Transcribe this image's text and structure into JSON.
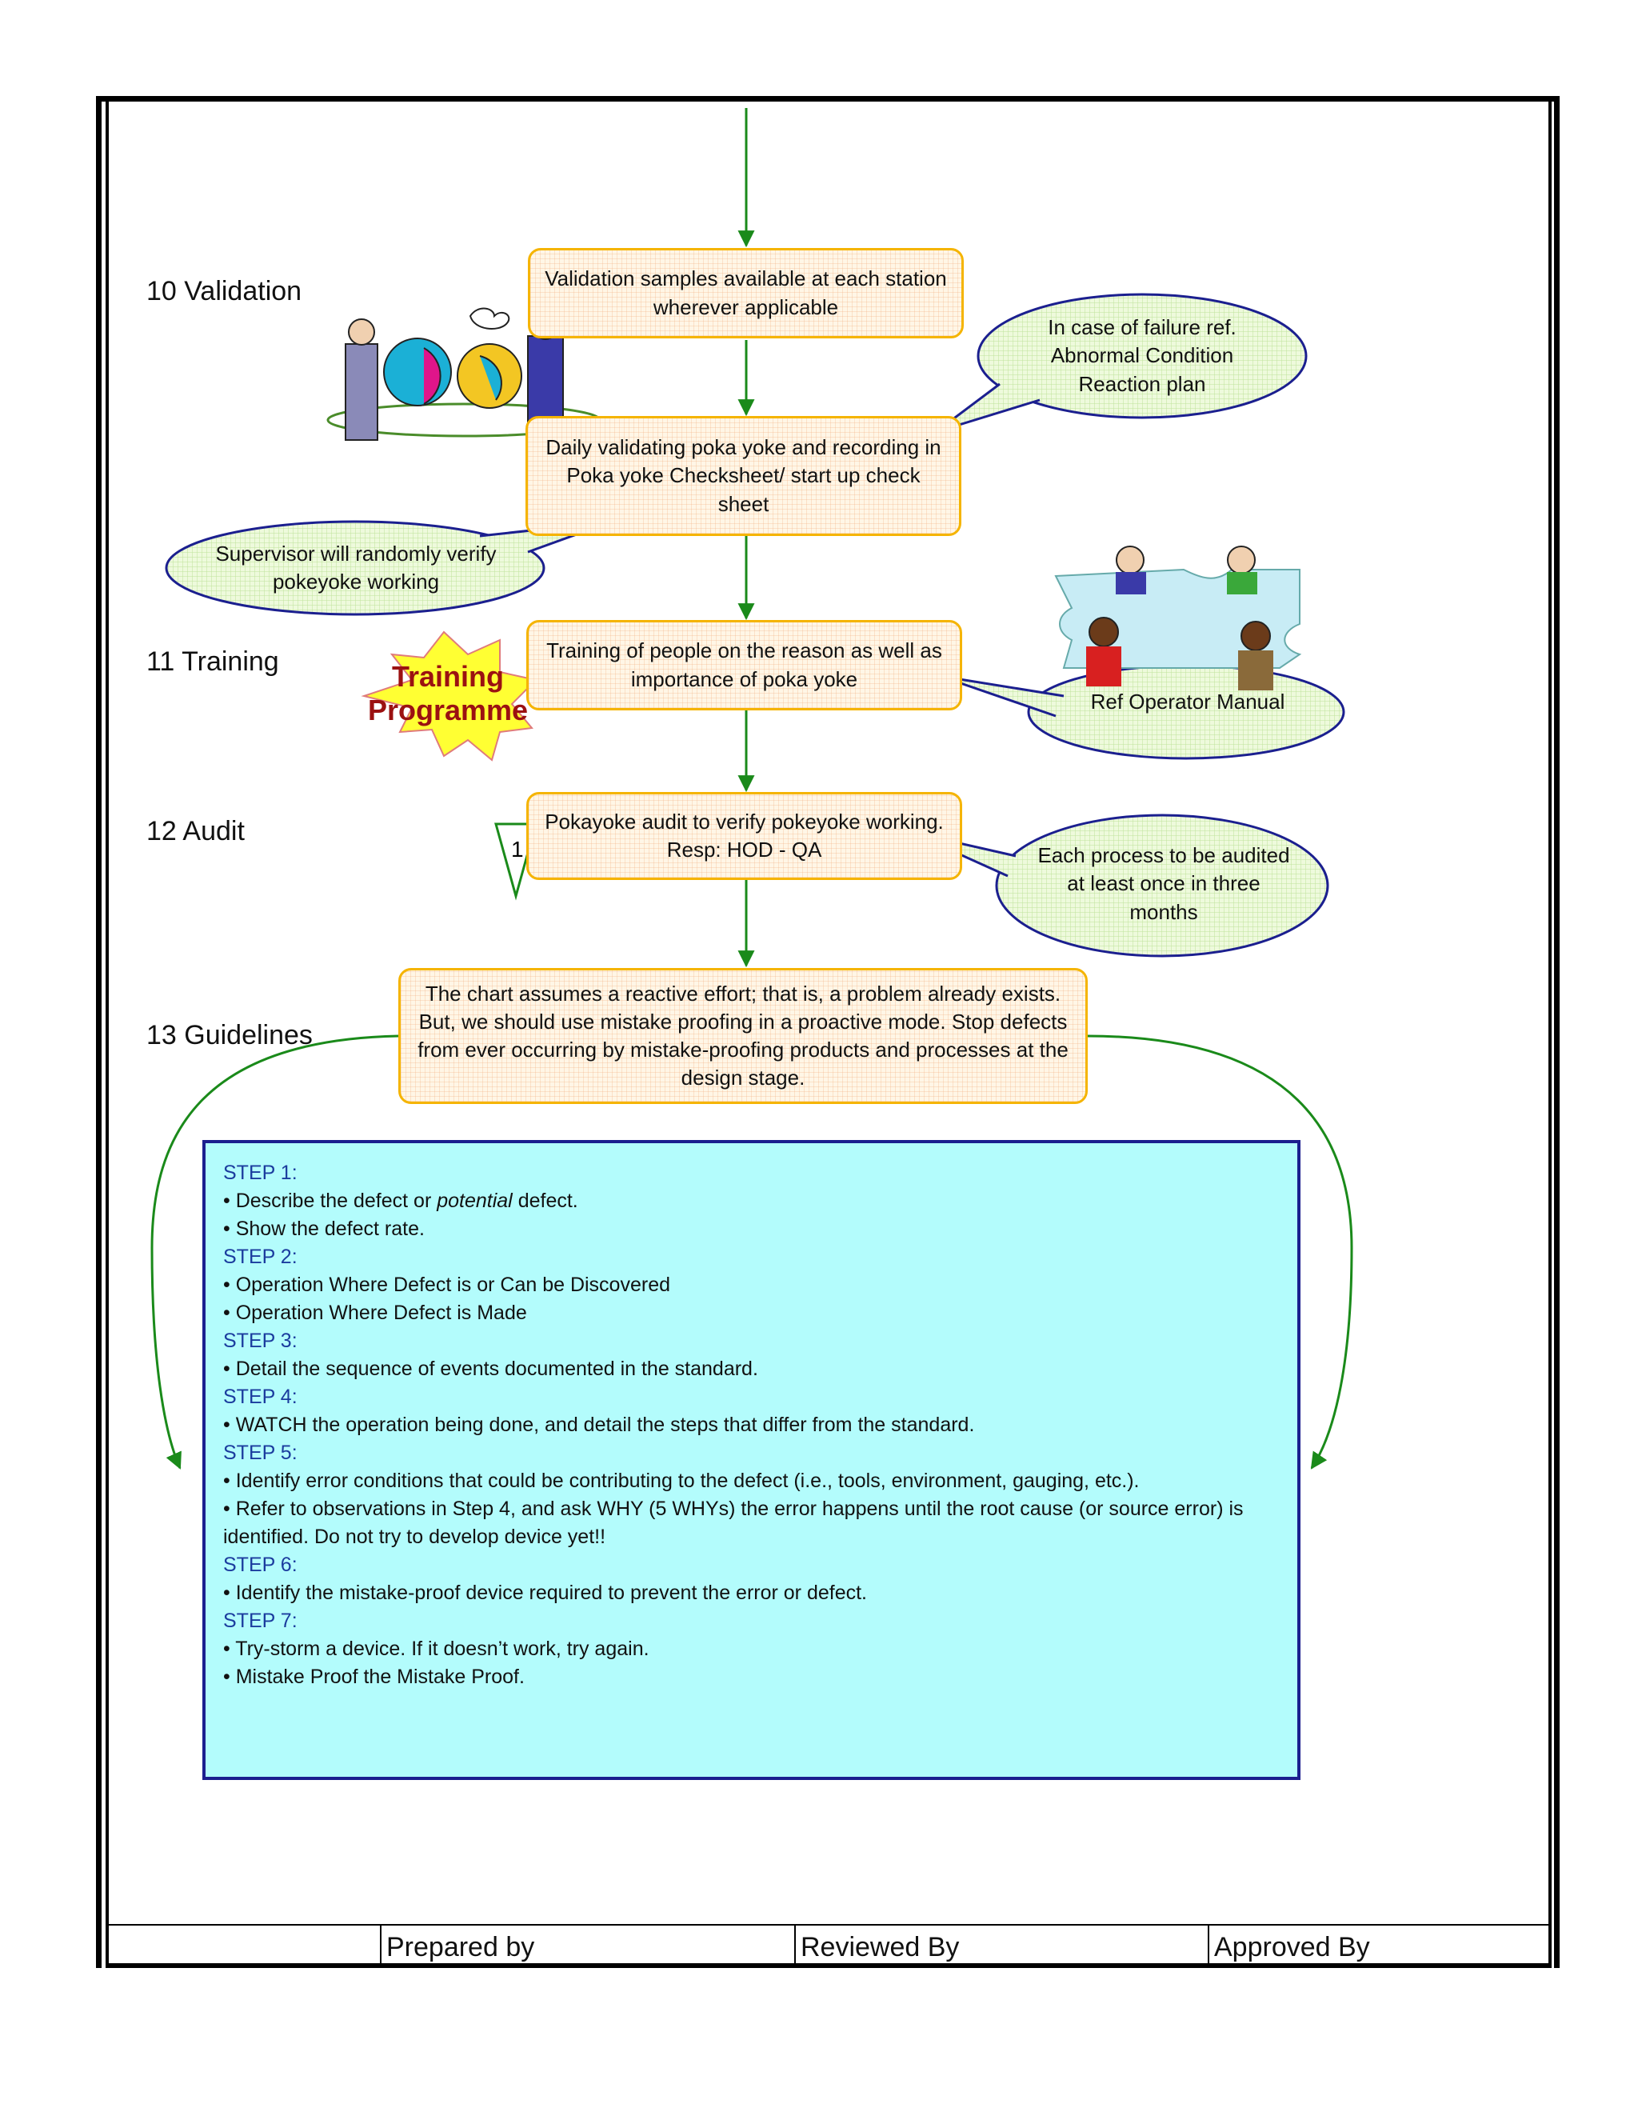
{
  "sections": [
    {
      "label": "10 Validation"
    },
    {
      "label": "11 Training"
    },
    {
      "label": "12 Audit"
    },
    {
      "label": "13 Guidelines"
    }
  ],
  "boxes": {
    "validation_samples": "Validation samples available at each station wherever applicable",
    "daily_validating": "Daily validating poka yoke and recording in Poka yoke Checksheet/ start up check sheet",
    "training": "Training of people on the reason as well as importance of poka yoke",
    "audit": "Pokayoke audit to verify pokeyoke working. Resp: HOD - QA",
    "guidelines": "The chart assumes a reactive effort; that is, a problem already exists. But, we should use mistake proofing in a proactive mode.  Stop defects from ever occurring by mistake-proofing products and processes at the design stage."
  },
  "callouts": {
    "failure": "In case of failure ref. Abnormal Condition Reaction plan",
    "supervisor": "Supervisor will randomly verify pokeyoke working",
    "operator_manual": "Ref Operator Manual",
    "audit_frequency": "Each process to be audited at least once in three months"
  },
  "training_stamp": {
    "line1": "Training",
    "line2": "Programme"
  },
  "audit_marker": "1",
  "steps": [
    {
      "title": "STEP 1:",
      "bullets": [
        "Describe the defect or potential defect.",
        "Show the defect rate."
      ]
    },
    {
      "title": "STEP 2:",
      "bullets": [
        "Operation Where Defect is or Can be Discovered",
        "Operation Where Defect is Made"
      ]
    },
    {
      "title": "STEP 3:",
      "bullets": [
        "Detail the sequence of events documented in the standard."
      ]
    },
    {
      "title": "STEP 4:",
      "bullets": [
        "WATCH the operation being done, and detail the steps that differ from the standard."
      ]
    },
    {
      "title": "STEP 5:",
      "bullets": [
        "Identify error conditions that could be contributing to the defect (i.e., tools, environment, gauging, etc.).",
        "Refer to observations in Step 4, and ask WHY (5 WHYs) the error happens until the root cause (or source error) is identified.  Do not try to develop device yet!!"
      ]
    },
    {
      "title": "STEP 6:",
      "bullets": [
        "Identify the mistake-proof device required to prevent the error or defect."
      ]
    },
    {
      "title": "STEP 7:",
      "bullets": [
        "Try-storm a device.  If it doesn’t work, try again.",
        "Mistake Proof the Mistake Proof."
      ]
    }
  ],
  "footer": {
    "prepared": "Prepared by",
    "reviewed": "Reviewed By",
    "approved": "Approved By"
  },
  "colors": {
    "arrow": "#1a8a1a",
    "box_border": "#f5b400",
    "callout_border": "#1b1f8f",
    "callout_fill": "#e6f7c8",
    "steps_fill": "#b3fcfc",
    "stamp_fill": "#ffff33",
    "stamp_text": "#9b1111"
  }
}
